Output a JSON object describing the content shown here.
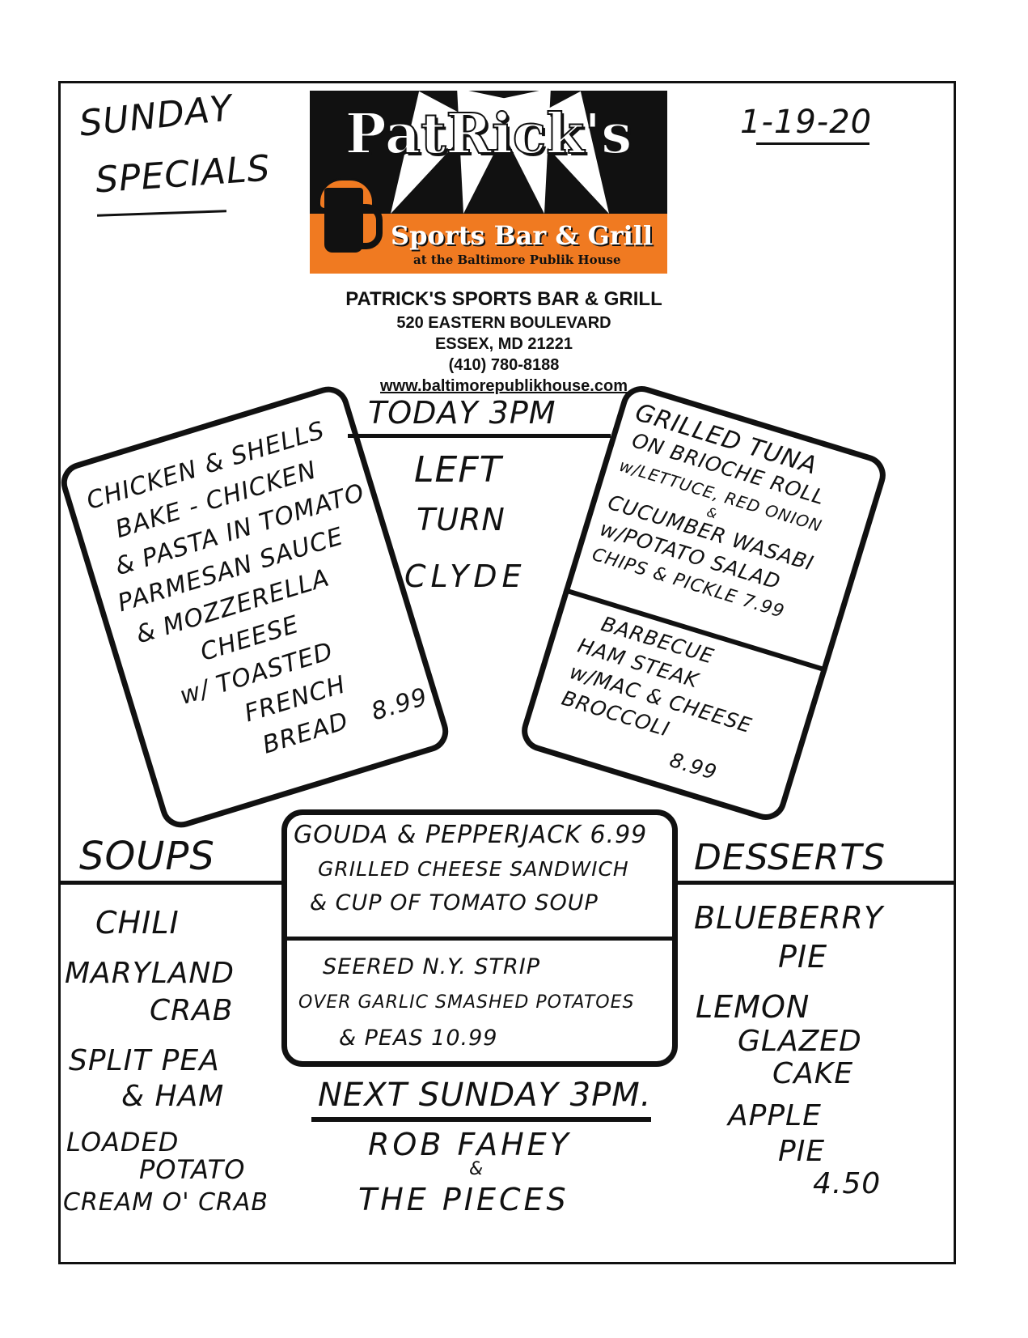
{
  "header": {
    "title_line1": "SUNDAY",
    "title_line2": "SPECIALS",
    "date": "1-19-20"
  },
  "logo": {
    "name": "PatRick's",
    "subtitle": "Sports Bar & Grill",
    "tagline": "at the Baltimore Publik House",
    "accent_color": "#f07a21"
  },
  "address": {
    "name": "PATRICK'S SPORTS BAR & GRILL",
    "street": "520 EASTERN BOULEVARD",
    "city": "ESSEX, MD 21221",
    "phone": "(410)  780-8188",
    "website": "www.baltimorepublikhouse.com"
  },
  "left_special": {
    "lines": [
      "CHICKEN & SHELLS",
      "BAKE - CHICKEN",
      "& PASTA IN TOMATO",
      "PARMESAN SAUCE",
      "& MOZZERELLA",
      "CHEESE",
      "w/ TOASTED",
      "FRENCH",
      "BREAD",
      "8.99"
    ]
  },
  "today": {
    "heading": "TODAY 3PM",
    "lines": [
      "LEFT",
      "TURN",
      "CLYDE"
    ]
  },
  "right_special": {
    "top_lines": [
      "GRILLED TUNA",
      "ON BRIOCHE ROLL",
      "w/LETTUCE, RED ONION",
      "&",
      "CUCUMBER WASABI",
      "w/POTATO SALAD",
      "CHIPS & PICKLE 7.99"
    ],
    "bottom_lines": [
      "BARBECUE",
      "HAM STEAK",
      "w/MAC & CHEESE",
      "BROCCOLI",
      "8.99"
    ]
  },
  "soups": {
    "heading": "SOUPS",
    "items": [
      "CHILI",
      "MARYLAND",
      "CRAB",
      "SPLIT PEA",
      "& HAM",
      "LOADED",
      "POTATO",
      "CREAM O' CRAB"
    ]
  },
  "center_special": {
    "top_lines": [
      "GOUDA & PEPPERJACK 6.99",
      "GRILLED CHEESE SANDWICH",
      "& CUP OF TOMATO SOUP"
    ],
    "bottom_lines": [
      "SEERED N.Y. STRIP",
      "OVER GARLIC SMASHED POTATOES",
      "& PEAS  10.99"
    ]
  },
  "next_sunday": {
    "heading": "NEXT SUNDAY 3PM.",
    "line1": "ROB FAHEY",
    "amp": "&",
    "line2": "THE PIECES"
  },
  "desserts": {
    "heading": "DESSERTS",
    "items": [
      "BLUEBERRY",
      "PIE",
      "LEMON",
      "GLAZED",
      "CAKE",
      "APPLE",
      "PIE",
      "4.50"
    ]
  }
}
